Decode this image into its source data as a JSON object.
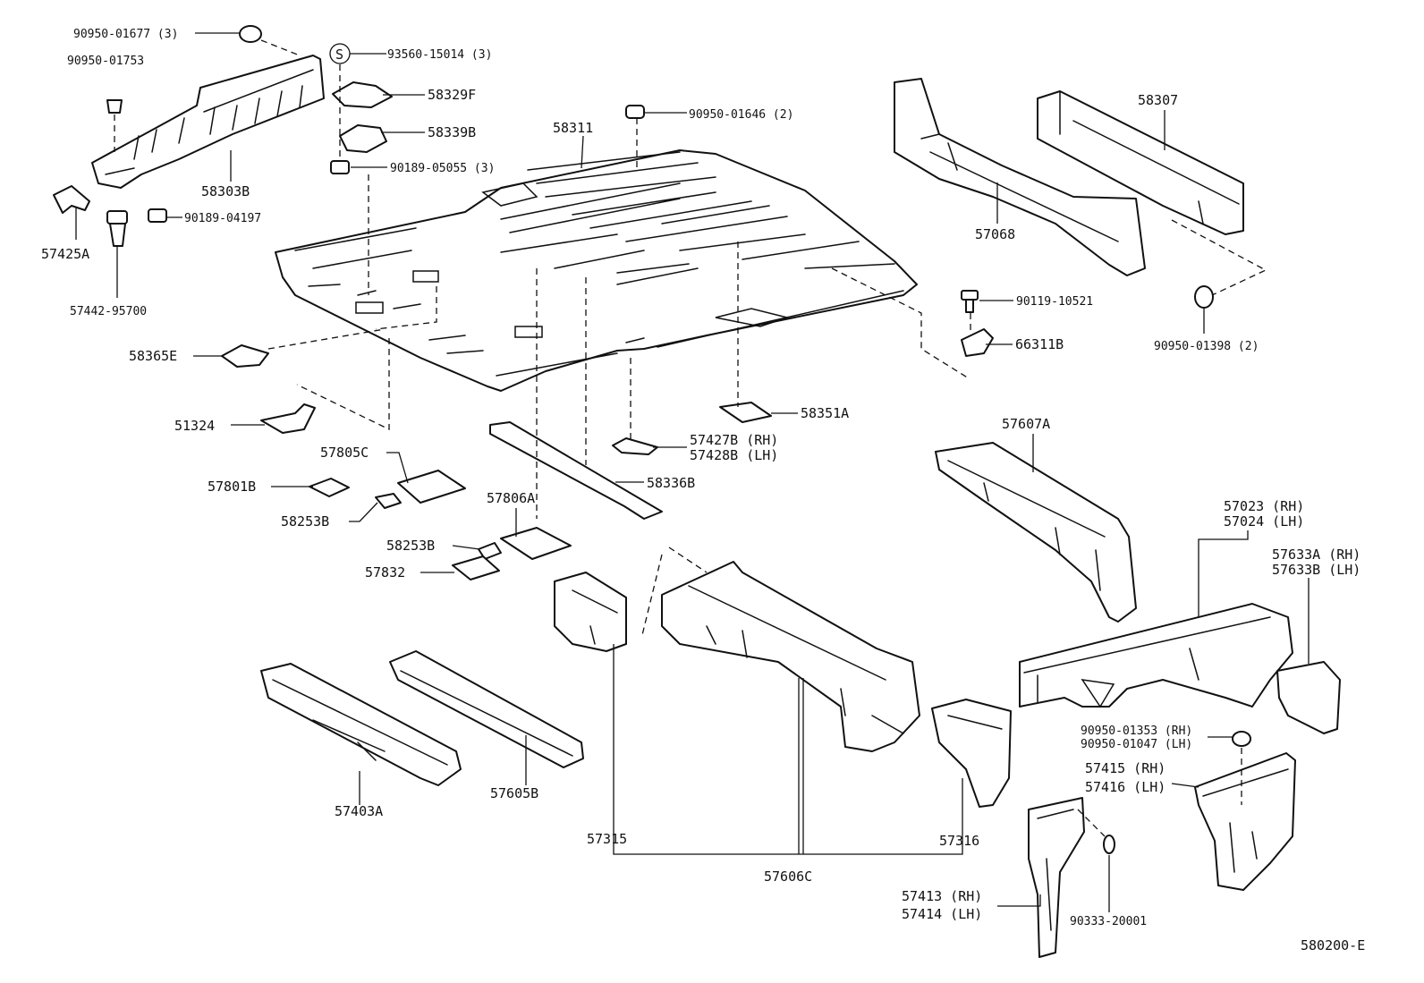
{
  "diagram_code": "580200-E",
  "labels": {
    "p_9095001677": "90950-01677 (3)",
    "p_9095001753": "90950-01753",
    "p_9356015014": "93560-15014 (3)",
    "s_mark": "S",
    "p_58329F": "58329F",
    "p_58339B": "58339B",
    "p_58311": "58311",
    "p_9095001646": "90950-01646 (2)",
    "p_9018905055": "90189-05055 (3)",
    "p_58303B": "58303B",
    "p_9018904197": "90189-04197",
    "p_57425A": "57425A",
    "p_5744295700": "57442-95700",
    "p_58307": "58307",
    "p_57068": "57068",
    "p_9011910521": "90119-10521",
    "p_66311B": "66311B",
    "p_9095001398": "90950-01398 (2)",
    "p_58365E": "58365E",
    "p_51324": "51324",
    "p_58351A": "58351A",
    "p_57427B": "57427B (RH)",
    "p_57428B": "57428B (LH)",
    "p_57805C": "57805C",
    "p_57801B": "57801B",
    "p_58253B_a": "58253B",
    "p_58336B": "58336B",
    "p_57806A": "57806A",
    "p_58253B_b": "58253B",
    "p_57832": "57832",
    "p_57607A": "57607A",
    "p_57023": "57023 (RH)",
    "p_57024": "57024 (LH)",
    "p_57633A": "57633A (RH)",
    "p_57633B": "57633B (LH)",
    "p_9095001353": "90950-01353 (RH)",
    "p_9095001047": "90950-01047 (LH)",
    "p_57415": "57415 (RH)",
    "p_57416": "57416 (LH)",
    "p_57403A": "57403A",
    "p_57605B": "57605B",
    "p_57315": "57315",
    "p_57316": "57316",
    "p_57606C": "57606C",
    "p_57413": "57413 (RH)",
    "p_57414": "57414 (LH)",
    "p_9033320001": "90333-20001"
  }
}
